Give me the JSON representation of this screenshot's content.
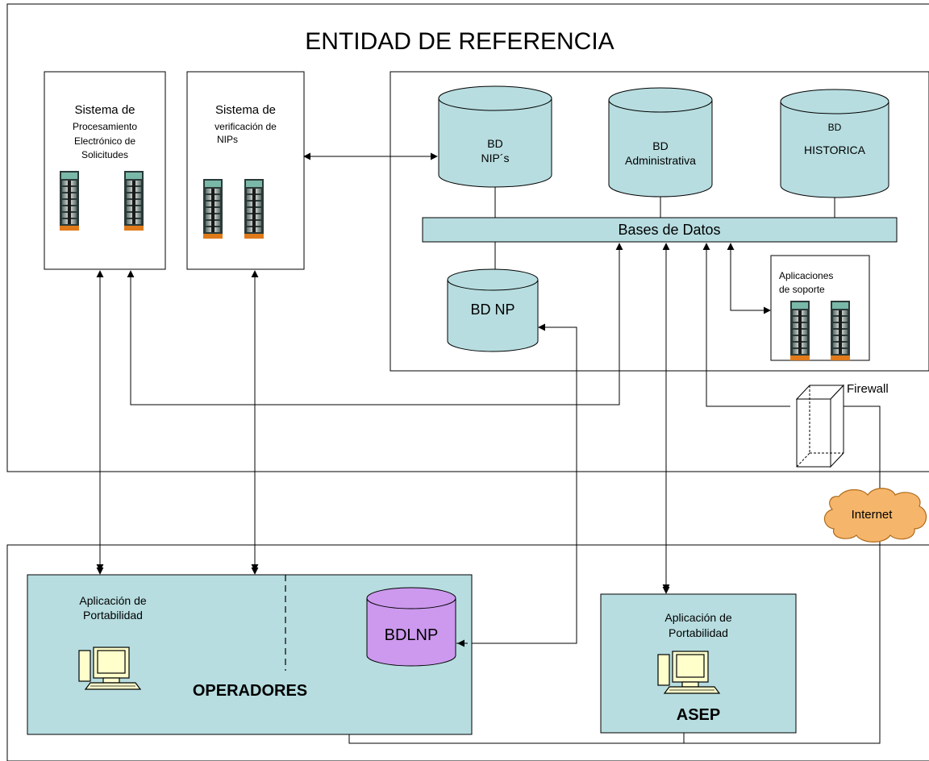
{
  "title": "ENTIDAD DE REFERENCIA",
  "spes": {
    "line1": "Sistema de",
    "line2": "Procesamiento",
    "line3": "Electrónico de",
    "line4": "Solicitudes"
  },
  "svn": {
    "line1": "Sistema de",
    "line2": "verificación de",
    "line3": "NIPs"
  },
  "databases": {
    "nips": {
      "line1": "BD",
      "line2": "NIP´s"
    },
    "admin": {
      "line1": "BD",
      "line2": "Administrativa"
    },
    "hist": {
      "line1": "BD",
      "line2": "HISTORICA"
    },
    "np": "BD NP",
    "bus": "Bases de Datos",
    "bdlnp": "BDLNP"
  },
  "support_apps": {
    "line1": "Aplicaciones",
    "line2": "de soporte"
  },
  "firewall": "Firewall",
  "internet": "Internet",
  "operadores": {
    "app_line1": "Aplicación de",
    "app_line2": "Portabilidad",
    "label": "OPERADORES"
  },
  "asep": {
    "app_line1": "Aplicación de",
    "app_line2": "Portabilidad",
    "label": "ASEP"
  },
  "colors": {
    "fill": "#b7dde0",
    "bdlnp_fill": "#cc99ee",
    "cloud_fill": "#f5b66b",
    "computer_fill": "#ffffcc"
  }
}
